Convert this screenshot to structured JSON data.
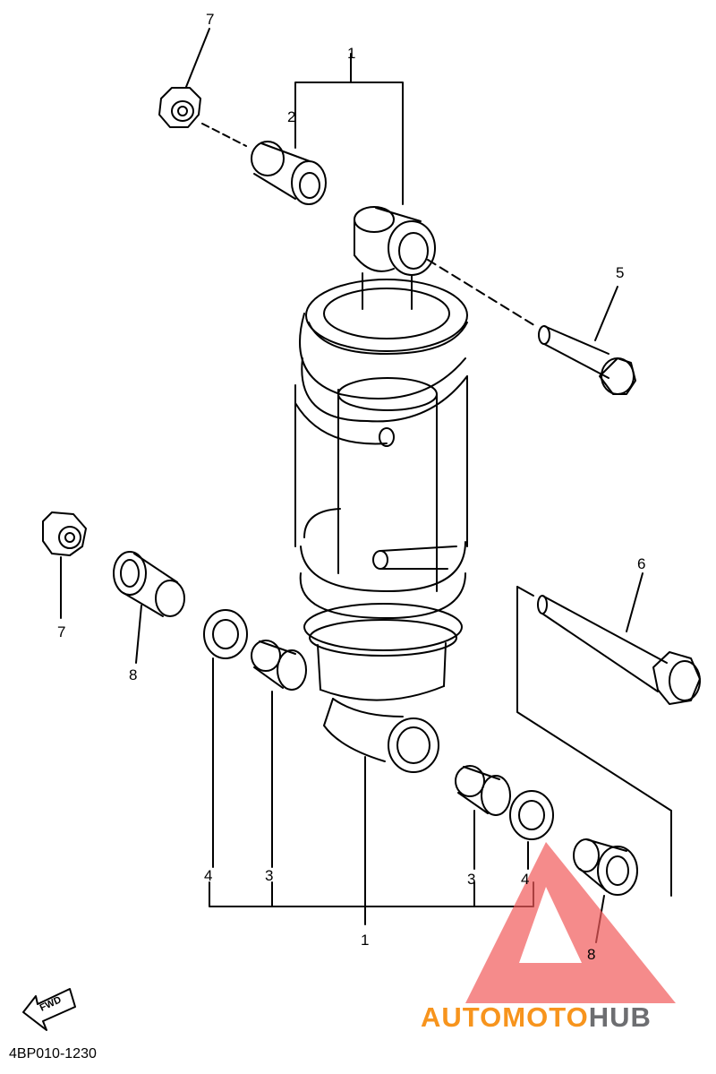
{
  "callouts": {
    "c1_top": "1",
    "c1_bottom": "1",
    "c2": "2",
    "c3_left": "3",
    "c3_right": "3",
    "c4_left": "4",
    "c4_right": "4",
    "c5": "5",
    "c6": "6",
    "c7_top": "7",
    "c7_left": "7",
    "c8_left": "8",
    "c8_right": "8"
  },
  "fwd_label": "FWD",
  "diagram_code": "4BP010-1230",
  "watermark": {
    "part1": "AUTOMOTO",
    "part2": "HUB",
    "color_orange": "#f7941d",
    "color_gray": "#6d6e71",
    "logo_color": "#f15a5a"
  }
}
